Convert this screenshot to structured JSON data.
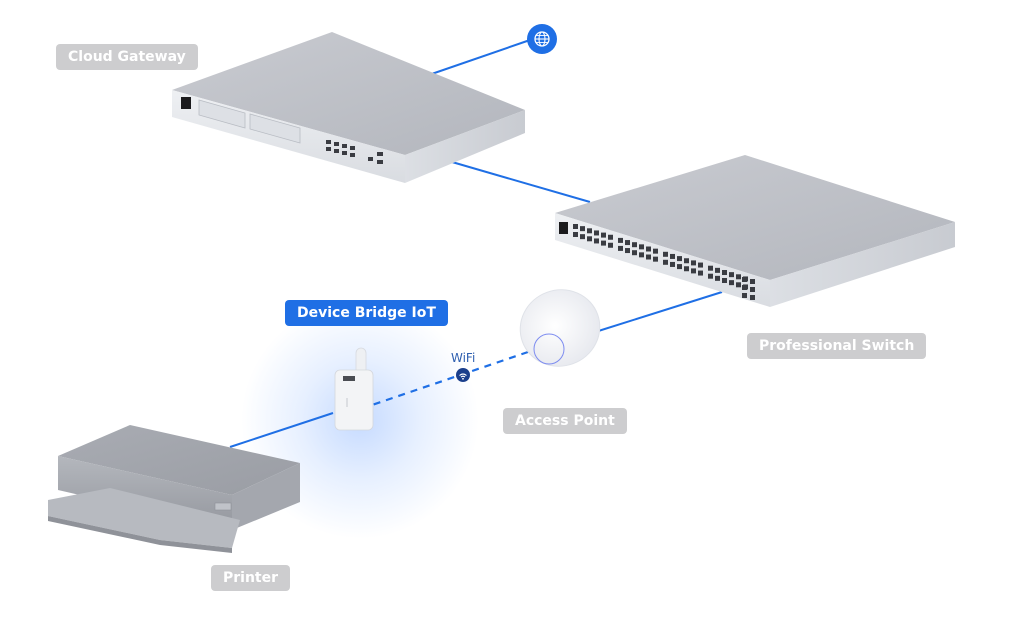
{
  "diagram": {
    "accent_color": "#1f6fe5",
    "label_color": "#cdcdcf",
    "nodes": {
      "internet": {
        "icon": "globe-icon"
      },
      "cloud_gateway": {
        "label": "Cloud Gateway"
      },
      "professional_switch": {
        "label": "Professional Switch"
      },
      "access_point": {
        "label": "Access Point"
      },
      "device_bridge": {
        "label": "Device Bridge IoT",
        "highlighted": true
      },
      "printer": {
        "label": "Printer"
      }
    },
    "links": [
      {
        "from": "internet",
        "to": "cloud_gateway",
        "style": "solid"
      },
      {
        "from": "cloud_gateway",
        "to": "professional_switch",
        "style": "solid"
      },
      {
        "from": "professional_switch",
        "to": "access_point",
        "style": "solid"
      },
      {
        "from": "access_point",
        "to": "device_bridge",
        "style": "dashed",
        "label": "WiFi",
        "icon": "wifi-icon"
      },
      {
        "from": "device_bridge",
        "to": "printer",
        "style": "solid"
      }
    ]
  }
}
